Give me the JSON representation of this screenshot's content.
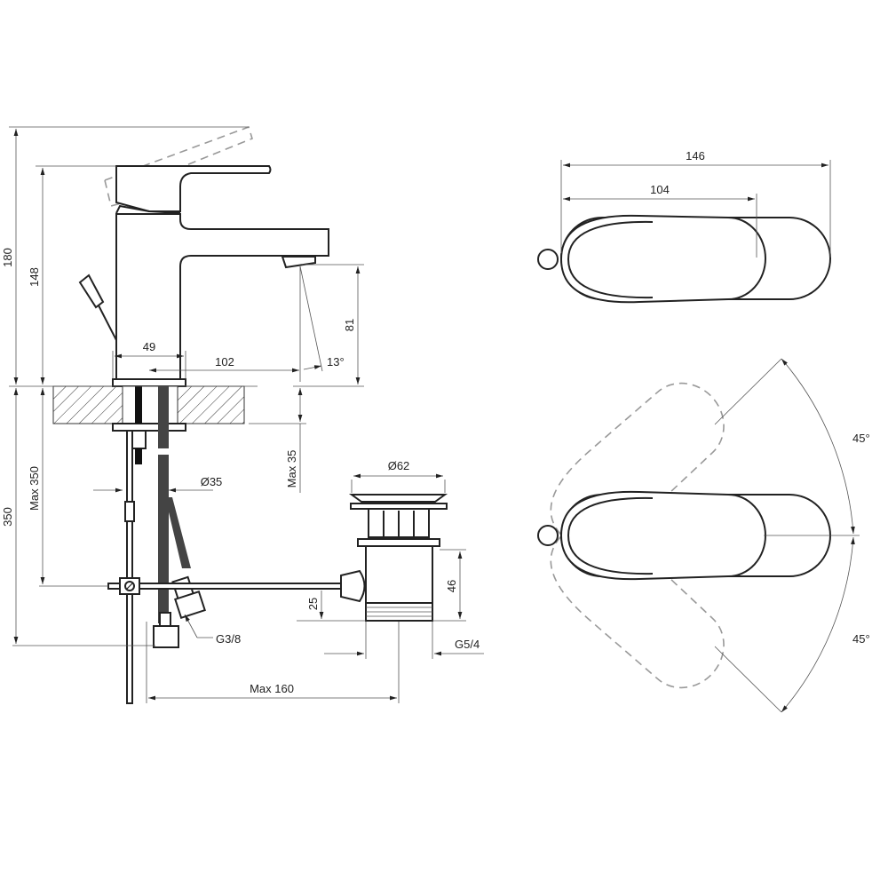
{
  "side_view": {
    "dims": {
      "total_height": "180",
      "body_height": "148",
      "base_width": "49",
      "spout_reach": "102",
      "spout_angle": "13°",
      "spout_clearance": "81",
      "max_counter_depth": "Max 350",
      "hose_length": "350",
      "max_counter_thickness": "Max 35",
      "hole_diameter": "Ø35",
      "hose_thread": "G3/8",
      "max_distance": "Max 160"
    }
  },
  "drain": {
    "dims": {
      "cap_diameter": "Ø62",
      "body_height": "46",
      "rod_height": "25",
      "thread": "G5/4"
    }
  },
  "top_view": {
    "dims": {
      "total_length": "146",
      "lever_length": "104"
    }
  },
  "rotation_view": {
    "dims": {
      "angle_up": "45°",
      "angle_down": "45°"
    }
  }
}
